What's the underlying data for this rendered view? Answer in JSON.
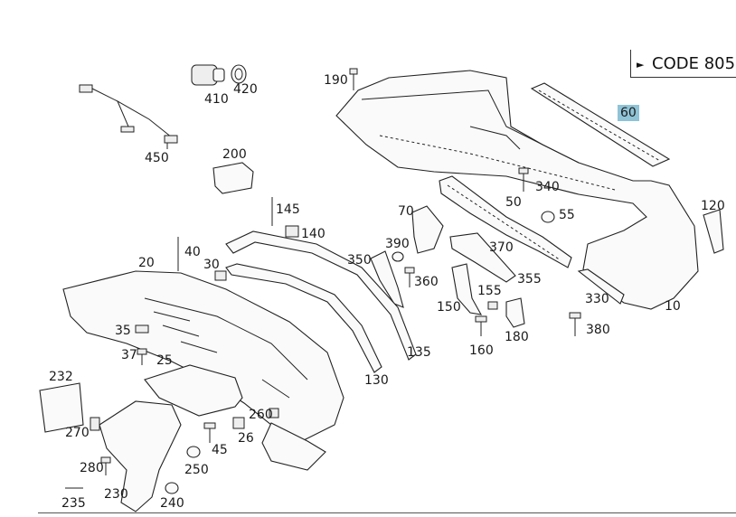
{
  "code_label": "CODE 805",
  "labels": [
    {
      "id": "410",
      "text": "410"
    },
    {
      "id": "420",
      "text": "420"
    },
    {
      "id": "450",
      "text": "450"
    },
    {
      "id": "190",
      "text": "190"
    },
    {
      "id": "60",
      "text": "60",
      "highlight": true
    },
    {
      "id": "200",
      "text": "200"
    },
    {
      "id": "340",
      "text": "340"
    },
    {
      "id": "145",
      "text": "145"
    },
    {
      "id": "70",
      "text": "70"
    },
    {
      "id": "50",
      "text": "50"
    },
    {
      "id": "55",
      "text": "55"
    },
    {
      "id": "120",
      "text": "120"
    },
    {
      "id": "140",
      "text": "140"
    },
    {
      "id": "390",
      "text": "390"
    },
    {
      "id": "370",
      "text": "370"
    },
    {
      "id": "40",
      "text": "40"
    },
    {
      "id": "350",
      "text": "350"
    },
    {
      "id": "20",
      "text": "20"
    },
    {
      "id": "30",
      "text": "30"
    },
    {
      "id": "360",
      "text": "360"
    },
    {
      "id": "355",
      "text": "355"
    },
    {
      "id": "155",
      "text": "155"
    },
    {
      "id": "330",
      "text": "330"
    },
    {
      "id": "150",
      "text": "150"
    },
    {
      "id": "10",
      "text": "10"
    },
    {
      "id": "35",
      "text": "35"
    },
    {
      "id": "380",
      "text": "380"
    },
    {
      "id": "180",
      "text": "180"
    },
    {
      "id": "37",
      "text": "37"
    },
    {
      "id": "25",
      "text": "25"
    },
    {
      "id": "160",
      "text": "160"
    },
    {
      "id": "135",
      "text": "135"
    },
    {
      "id": "232",
      "text": "232"
    },
    {
      "id": "130",
      "text": "130"
    },
    {
      "id": "260",
      "text": "260"
    },
    {
      "id": "270",
      "text": "270"
    },
    {
      "id": "26",
      "text": "26"
    },
    {
      "id": "45",
      "text": "45"
    },
    {
      "id": "280",
      "text": "280"
    },
    {
      "id": "250",
      "text": "250"
    },
    {
      "id": "230",
      "text": "230"
    },
    {
      "id": "235",
      "text": "235"
    },
    {
      "id": "240",
      "text": "240"
    }
  ]
}
